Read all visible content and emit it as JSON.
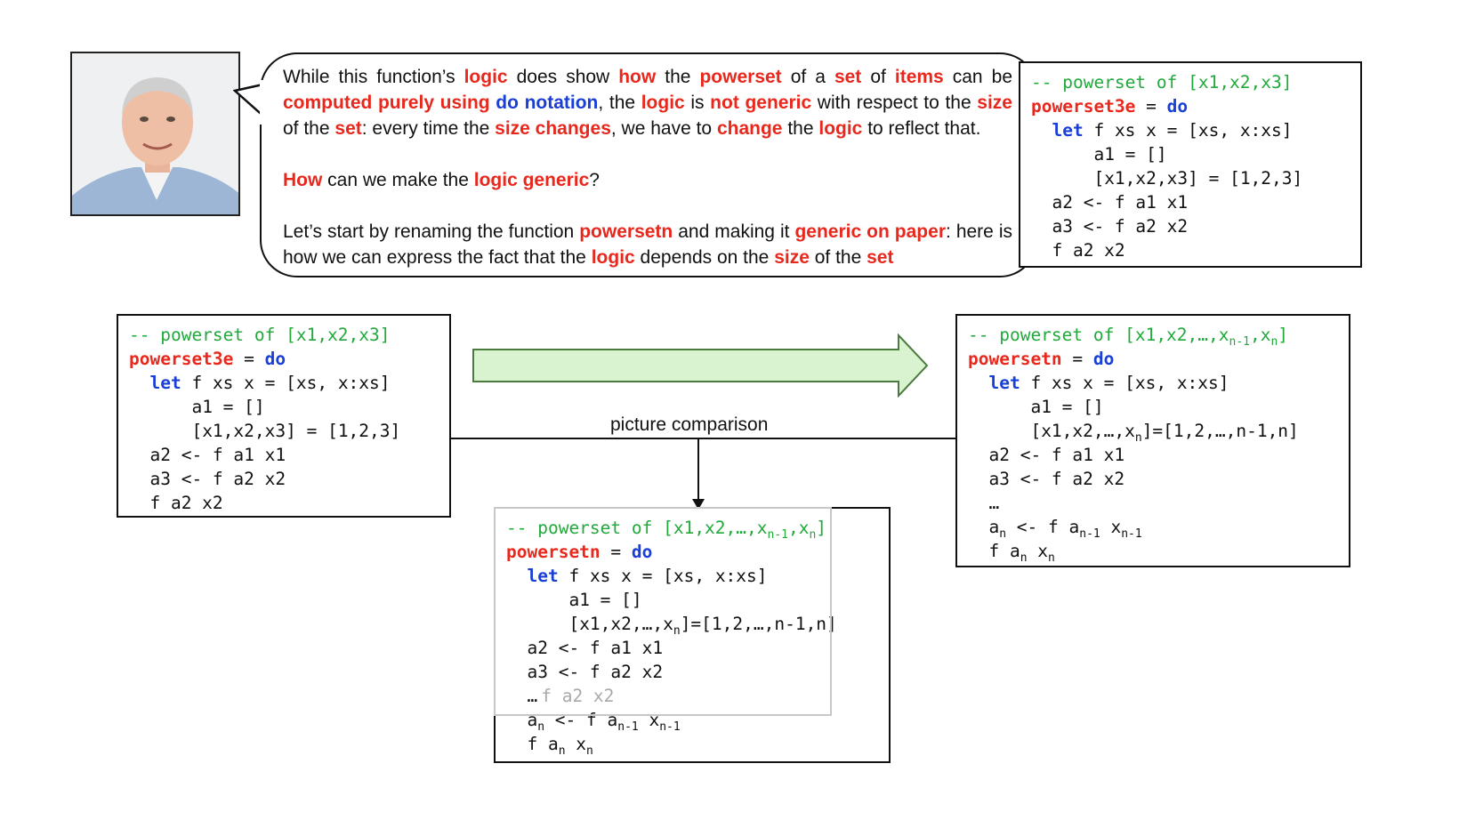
{
  "speech": {
    "paragraph1": [
      {
        "t": "While this function’s ",
        "s": ""
      },
      {
        "t": "logic",
        "s": "red"
      },
      {
        "t": " does show ",
        "s": ""
      },
      {
        "t": "how",
        "s": "red"
      },
      {
        "t": " the ",
        "s": ""
      },
      {
        "t": "powerset",
        "s": "red"
      },
      {
        "t": " of a ",
        "s": ""
      },
      {
        "t": "set",
        "s": "red"
      },
      {
        "t": " of ",
        "s": ""
      },
      {
        "t": "items",
        "s": "red"
      },
      {
        "t": " can be ",
        "s": ""
      },
      {
        "t": "computed purely using",
        "s": "red"
      },
      {
        "t": " ",
        "s": ""
      },
      {
        "t": "do notation",
        "s": "blue"
      },
      {
        "t": ", the ",
        "s": ""
      },
      {
        "t": "logic",
        "s": "red"
      },
      {
        "t": " is ",
        "s": ""
      },
      {
        "t": "not generic",
        "s": "red"
      },
      {
        "t": " with respect to the ",
        "s": ""
      },
      {
        "t": "size",
        "s": "red"
      },
      {
        "t": " of the ",
        "s": ""
      },
      {
        "t": "set",
        "s": "red"
      },
      {
        "t": ": every time the ",
        "s": ""
      },
      {
        "t": "size changes",
        "s": "red"
      },
      {
        "t": ", we have to ",
        "s": ""
      },
      {
        "t": "change",
        "s": "red"
      },
      {
        "t": " the ",
        "s": ""
      },
      {
        "t": "logic",
        "s": "red"
      },
      {
        "t": " to reflect that.",
        "s": ""
      }
    ],
    "paragraph2": [
      {
        "t": "How",
        "s": "red"
      },
      {
        "t": " can we make the ",
        "s": ""
      },
      {
        "t": "logic generic",
        "s": "red"
      },
      {
        "t": "?",
        "s": ""
      }
    ],
    "paragraph3": [
      {
        "t": "Let’s start by renaming the function ",
        "s": ""
      },
      {
        "t": "powersetn",
        "s": "red"
      },
      {
        "t": " and making it ",
        "s": ""
      },
      {
        "t": "generic on paper",
        "s": "red"
      },
      {
        "t": ": here is how we can express the fact that the ",
        "s": ""
      },
      {
        "t": "logic",
        "s": "red"
      },
      {
        "t": " depends on the ",
        "s": ""
      },
      {
        "t": "size",
        "s": "red"
      },
      {
        "t": " of the ",
        "s": ""
      },
      {
        "t": "set",
        "s": "red"
      }
    ]
  },
  "code_top_right": {
    "comment": "-- powerset of [x1,x2,x3]",
    "name": "powerset3e",
    "eq": " = ",
    "do": "do",
    "let": "let",
    "line_f": " f xs x = [xs, x:xs]",
    "line_a1": "a1 = []",
    "line_xs": "[x1,x2,x3] = [1,2,3]",
    "line_a2": "a2 <- f a1 x1",
    "line_a3": "a3 <- f a2 x2",
    "line_last": "f a2 x2"
  },
  "code_left": {
    "comment": "-- powerset of [x1,x2,x3]",
    "name": "powerset3e",
    "eq": " = ",
    "do": "do",
    "let": "let",
    "line_f": " f xs x = [xs, x:xs]",
    "line_a1": "a1 = []",
    "line_xs": "[x1,x2,x3] = [1,2,3]",
    "line_a2": "a2 <- f a1 x1",
    "line_a3": "a3 <- f a2 x2",
    "line_last": "f a2 x2"
  },
  "code_right": {
    "comment_pre": "-- powerset of [x1,x2,…,x",
    "comment_sub1": "n-1",
    "comment_mid": ",x",
    "comment_sub2": "n",
    "comment_post": "]",
    "name": "powersetn",
    "eq": " = ",
    "do": "do",
    "let": "let",
    "line_f": " f xs x = [xs, x:xs]",
    "line_a1": "a1 = []",
    "line_xs_pre": "[x1,x2,…,x",
    "line_xs_sub": "n",
    "line_xs_post": "]=[1,2,…,n-1,n]",
    "line_a2": "a2 <- f a1 x1",
    "line_a3": "a3 <- f a2 x2",
    "line_dots": "…",
    "line_an_a": "a",
    "line_an_sub1": "n",
    "line_an_mid": " <- f a",
    "line_an_sub2": "n-1",
    "line_an_x": " x",
    "line_an_sub3": "n-1",
    "line_last_a": "f a",
    "line_last_sub1": "n",
    "line_last_x": " x",
    "line_last_sub2": "n"
  },
  "code_bottom": {
    "comment_pre": "-- powerset of [x1,x2,…,x",
    "comment_sub1": "n-1",
    "comment_mid": ",x",
    "comment_sub2": "n",
    "comment_post": "]",
    "name": "powersetn",
    "eq": " = ",
    "do": "do",
    "let": "let",
    "line_f": " f xs x = [xs, x:xs]",
    "line_a1": "a1 = []",
    "line_xs_pre": "[x1,x2,…,x",
    "line_xs_sub": "n",
    "line_xs_post": "]=[1,2,…,n-1,n]",
    "line_a2": "a2 <- f a1 x1",
    "line_a3": "a3 <- f a2 x2",
    "line_dots": "…",
    "ghost_last": "f a2 x2",
    "line_an_a": "a",
    "line_an_sub1": "n",
    "line_an_mid": " <- f a",
    "line_an_sub2": "n-1",
    "line_an_x": " x",
    "line_an_sub3": "n-1",
    "line_last_a": "f a",
    "line_last_sub1": "n",
    "line_last_x": " x",
    "line_last_sub2": "n"
  },
  "caption": "picture comparison",
  "colors": {
    "red": "#e8281d",
    "blue": "#1a3fd6",
    "green_comment": "#21a93b",
    "arrow_fill": "#d9f2d0"
  }
}
